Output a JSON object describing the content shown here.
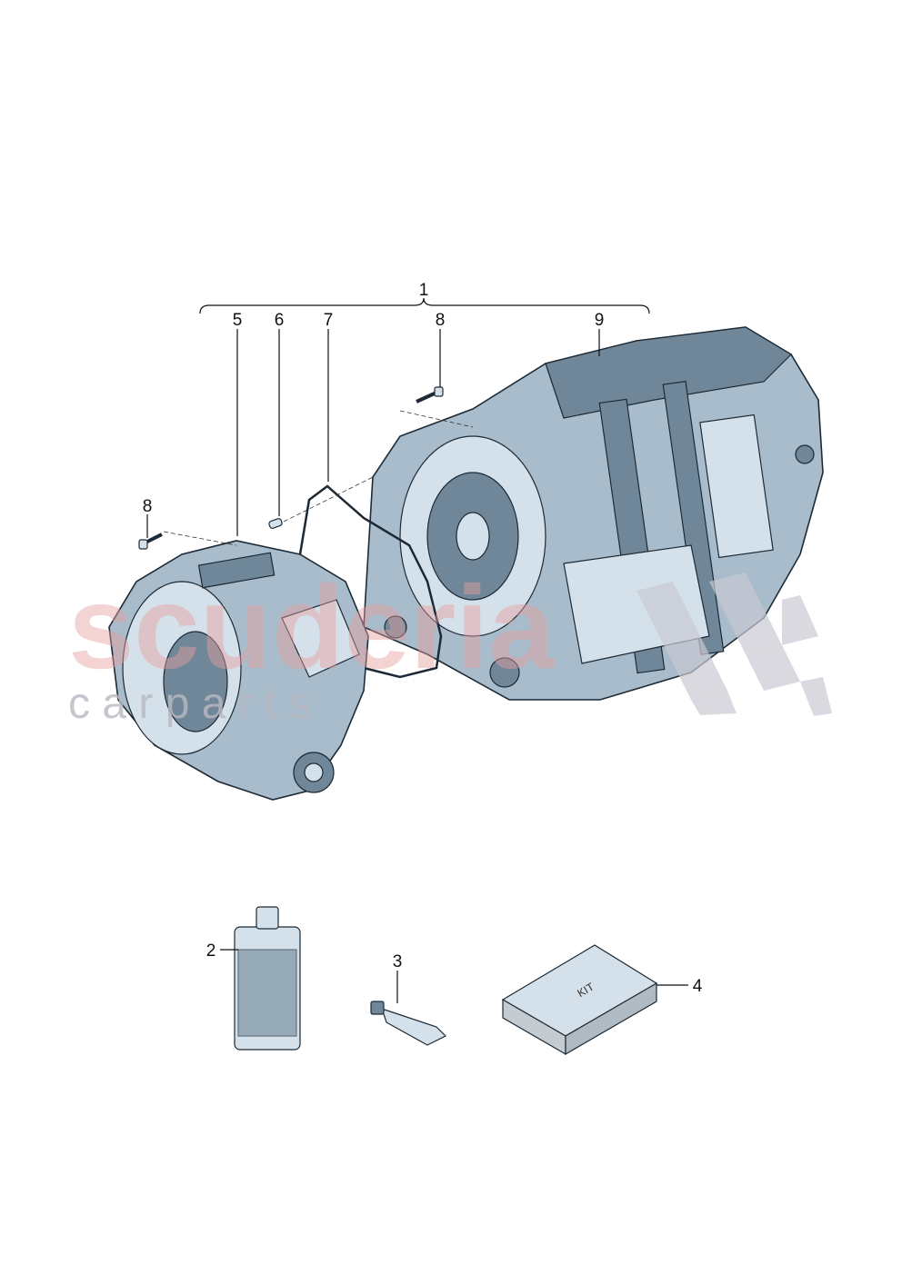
{
  "diagram": {
    "callouts": [
      {
        "id": "1",
        "label": "1"
      },
      {
        "id": "5",
        "label": "5"
      },
      {
        "id": "6",
        "label": "6"
      },
      {
        "id": "7",
        "label": "7"
      },
      {
        "id": "8a",
        "label": "8"
      },
      {
        "id": "9",
        "label": "9"
      },
      {
        "id": "8b",
        "label": "8"
      },
      {
        "id": "2",
        "label": "2"
      },
      {
        "id": "3",
        "label": "3"
      },
      {
        "id": "4",
        "label": "4"
      }
    ],
    "kit_box_text": "KIT",
    "watermark": {
      "line1": "scuderia",
      "line2": "c a r   p a r t s"
    },
    "colors": {
      "part_fill": "#a9bccb",
      "outline": "#1d2a35",
      "watermark_red": "#e8a0a0",
      "watermark_grey": "#c9c9d2"
    }
  }
}
